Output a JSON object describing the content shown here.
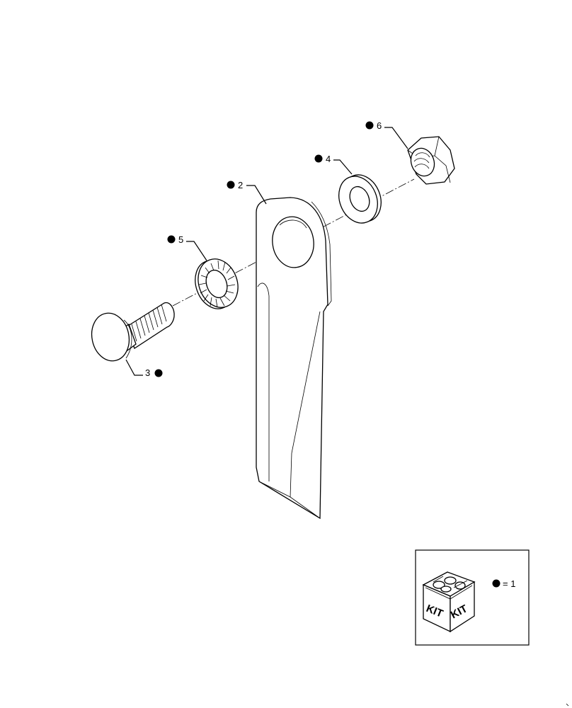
{
  "callouts": [
    {
      "id": "blade",
      "number": "2"
    },
    {
      "id": "bolt",
      "number": "3"
    },
    {
      "id": "washer-flat",
      "number": "4"
    },
    {
      "id": "washer-serrated",
      "number": "5"
    },
    {
      "id": "nut",
      "number": "6"
    }
  ],
  "legend": {
    "kit_label_left": "KIT",
    "kit_label_right": "KIT",
    "equals_text": "= 1",
    "marker_icon": "filled-circle"
  },
  "colors": {
    "line": "#000000",
    "background": "#ffffff"
  }
}
